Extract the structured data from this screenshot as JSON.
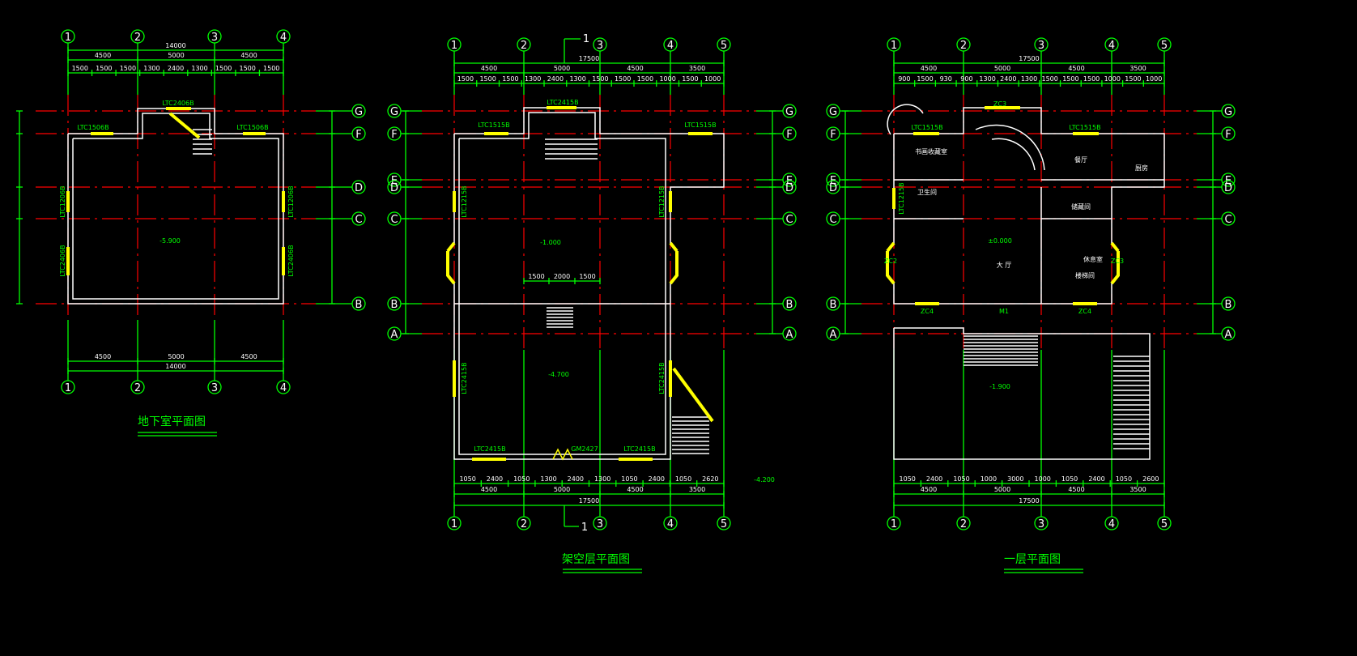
{
  "colors": {
    "background": "#000000",
    "axis": "#ff0000",
    "dimension": "#00ff00",
    "wall": "#ffffff",
    "window": "#ffff00"
  },
  "plans": [
    {
      "id": "basement",
      "title": "地下室平面图",
      "col_labels": [
        "1",
        "2",
        "3",
        "4"
      ],
      "row_labels": [
        "G",
        "F",
        "D",
        "C",
        "B"
      ],
      "top_total": "14000",
      "top_mid": [
        "4500",
        "5000",
        "4500"
      ],
      "top_seg": [
        "1500",
        "1500",
        "1500",
        "1300",
        "2400",
        "1300",
        "1500",
        "1500",
        "1500"
      ],
      "bottom_mid": [
        "4500",
        "5000",
        "4500"
      ],
      "bottom_total": "14000",
      "elevation": "-5.900",
      "window_tags": [
        "LTC2406B",
        "LTC1506B",
        "LTC1506B",
        "LTC1206B",
        "LTC2406B",
        "LTC1206B",
        "LTC2406B"
      ]
    },
    {
      "id": "stilt",
      "title": "架空层平面图",
      "col_labels": [
        "1",
        "2",
        "3",
        "4",
        "5"
      ],
      "row_labels": [
        "G",
        "F",
        "E",
        "D",
        "C",
        "B",
        "A"
      ],
      "top_total": "17500",
      "top_mid": [
        "4500",
        "5000",
        "4500",
        "3500"
      ],
      "top_seg": [
        "1500",
        "1500",
        "1500",
        "1300",
        "2400",
        "1300",
        "1500",
        "1500",
        "1500",
        "1000",
        "1500",
        "1000"
      ],
      "bottom_seg": [
        "1050",
        "2400",
        "1050",
        "1300",
        "2400",
        "1300",
        "1050",
        "2400",
        "1050",
        "2620"
      ],
      "bottom_mid": [
        "4500",
        "5000",
        "4500",
        "3500"
      ],
      "bottom_total": "17500",
      "elevation_upper": "-1.000",
      "elevation_lower": "-4.700",
      "elevation_outside": "-4.200",
      "stair_dims": [
        "1500",
        "2000",
        "1500"
      ],
      "section_mark": "1",
      "window_tags": [
        "LTC2415B",
        "LTC1515B",
        "LTC1515B",
        "LTC1515B",
        "LTC1215B",
        "LTC1215B",
        "LTC2415B",
        "LTC2415B",
        "LTC2415B",
        "GM2427",
        "LTC2415B"
      ]
    },
    {
      "id": "ground",
      "title": "一层平面图",
      "col_labels": [
        "1",
        "2",
        "3",
        "4",
        "5"
      ],
      "row_labels": [
        "G",
        "F",
        "E",
        "D",
        "C",
        "B",
        "A"
      ],
      "top_total": "17500",
      "top_mid": [
        "4500",
        "5000",
        "4500",
        "3500"
      ],
      "top_seg": [
        "900",
        "1500",
        "930",
        "900",
        "1300",
        "2400",
        "1300",
        "1500",
        "1500",
        "1500",
        "1000",
        "1500",
        "1000"
      ],
      "bottom_seg": [
        "1050",
        "2400",
        "1050",
        "1000",
        "3000",
        "1000",
        "1050",
        "2400",
        "1050",
        "2600"
      ],
      "bottom_mid": [
        "4500",
        "5000",
        "4500",
        "3500"
      ],
      "bottom_total": "17500",
      "elevation": "±0.000",
      "terrace_elevation": "-1.900",
      "rooms": [
        "书画收藏室",
        "卫生间",
        "大  厅",
        "餐厅",
        "厨房",
        "储藏间",
        "休息室",
        "楼梯间"
      ],
      "window_tags": [
        "LTC1515B",
        "LTC1515B",
        "LTC1215B",
        "ZC2",
        "ZC3",
        "ZC3",
        "ZC4",
        "ZC4",
        "M1"
      ]
    }
  ]
}
